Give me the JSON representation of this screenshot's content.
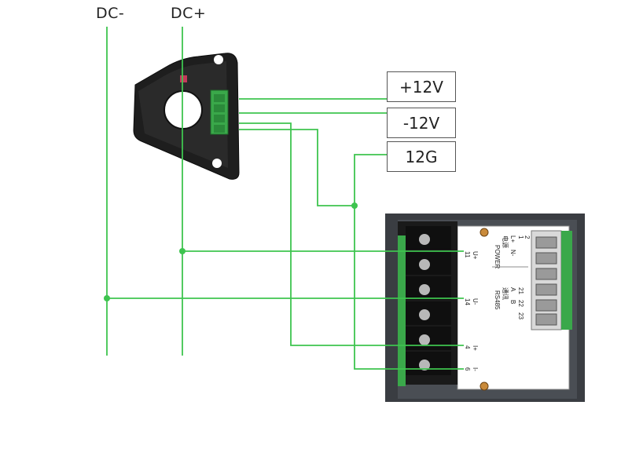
{
  "labels": {
    "dc_minus": "DC-",
    "dc_plus": "DC+"
  },
  "supply": {
    "plus12v": "+12V",
    "minus12v": "-12V",
    "gnd": "12G"
  },
  "meter": {
    "terminals": [
      "U+",
      "11",
      "U-",
      "14",
      "I+",
      "4",
      "I-",
      "6"
    ],
    "power_block": {
      "pins": [
        "1",
        "2"
      ],
      "signals": [
        "L+",
        "N-"
      ],
      "cn_label": "电源",
      "en_label": "POWER"
    },
    "comm_block": {
      "pins": [
        "21",
        "22",
        "23"
      ],
      "signals": [
        "A",
        "B"
      ],
      "cn_label": "通讯",
      "en_label": "RS485"
    }
  },
  "colors": {
    "wire": "#3ec44f",
    "sensor_body": "#1e1e1e",
    "meter_body": "#3a3d42",
    "connector": "#3aa84a"
  }
}
